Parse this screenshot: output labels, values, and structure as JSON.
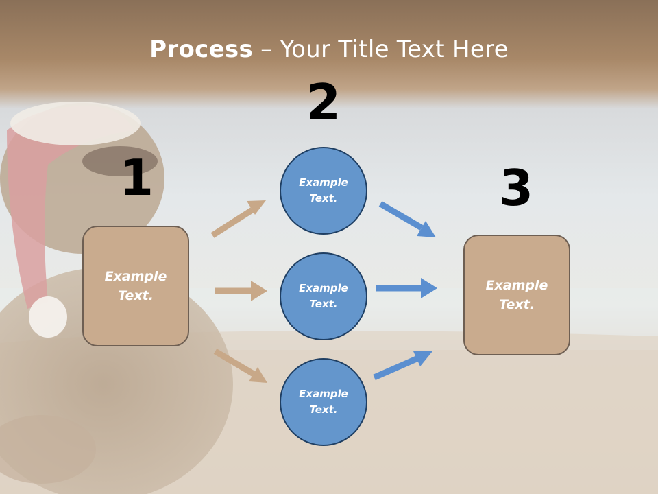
{
  "title": {
    "bold": "Process",
    "rest": " – Your Title Text Here"
  },
  "numbers": [
    "1",
    "2",
    "3"
  ],
  "step1": {
    "text": "Example\nText."
  },
  "step2": [
    {
      "text": "Example\nText."
    },
    {
      "text": "Example\nText."
    },
    {
      "text": "Example\nText."
    }
  ],
  "step3": {
    "text": "Example\nText."
  },
  "colors": {
    "box_fill": "#c9ab8e",
    "circle_fill": "#6496cc",
    "arrow_tan": "#c8a888",
    "arrow_blue": "#5b8fd0"
  }
}
